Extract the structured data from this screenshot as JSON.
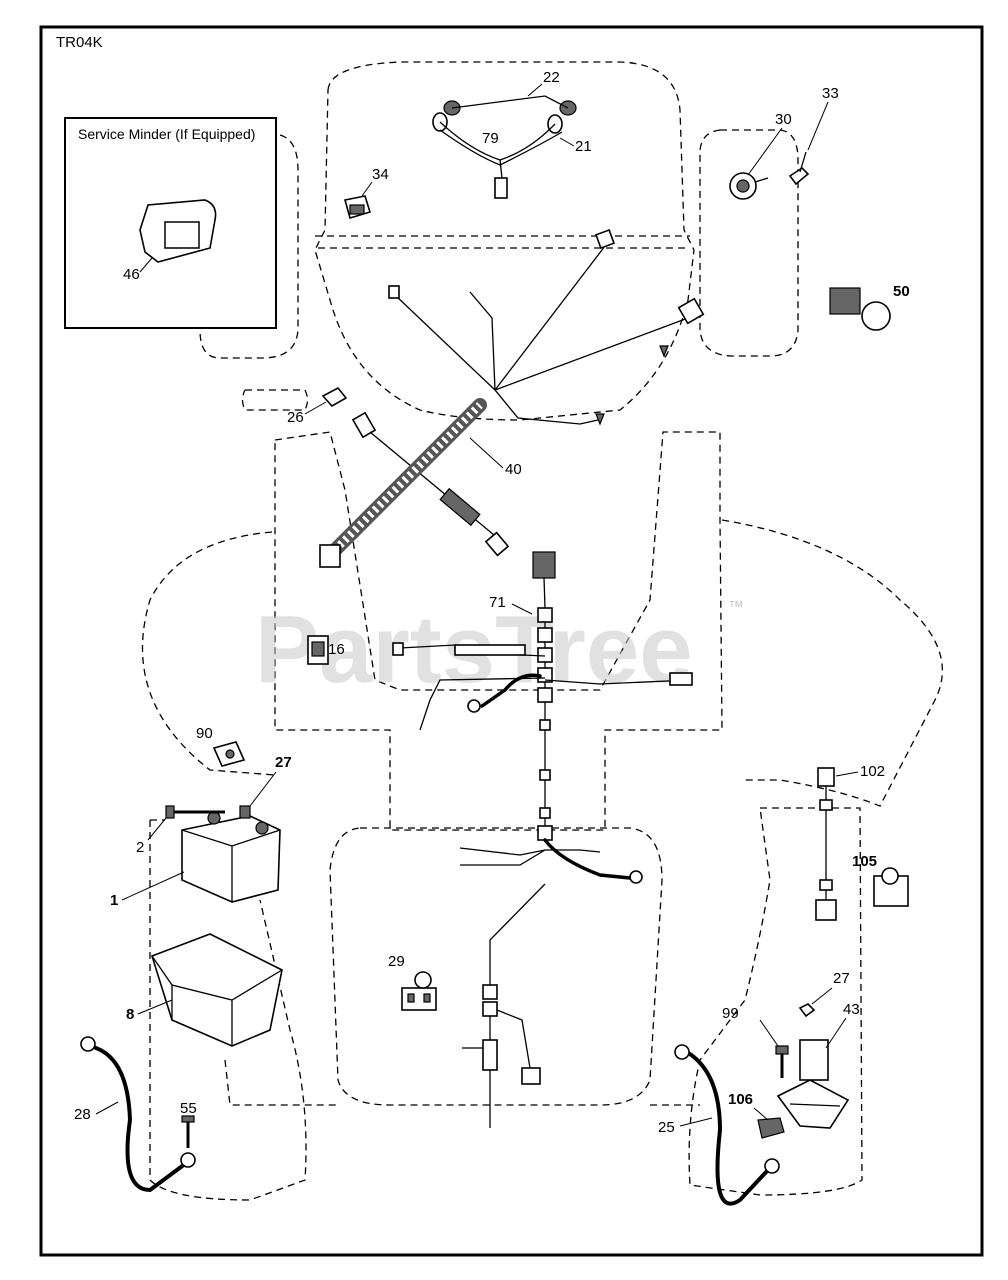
{
  "diagram": {
    "code": "TR04K",
    "inset_title": "Service Minder (If Equipped)",
    "watermark": "PartsTree",
    "watermark_tm": "™",
    "callouts": {
      "c1": "1",
      "c2": "2",
      "c8": "8",
      "c16": "16",
      "c21": "21",
      "c22": "22",
      "c25": "25",
      "c26": "26",
      "c27a": "27",
      "c27b": "27",
      "c28": "28",
      "c29": "29",
      "c30": "30",
      "c33": "33",
      "c34": "34",
      "c40": "40",
      "c43": "43",
      "c46": "46",
      "c50": "50",
      "c55": "55",
      "c71": "71",
      "c79": "79",
      "c90": "90",
      "c99": "99",
      "c102": "102",
      "c105": "105",
      "c106": "106"
    }
  }
}
